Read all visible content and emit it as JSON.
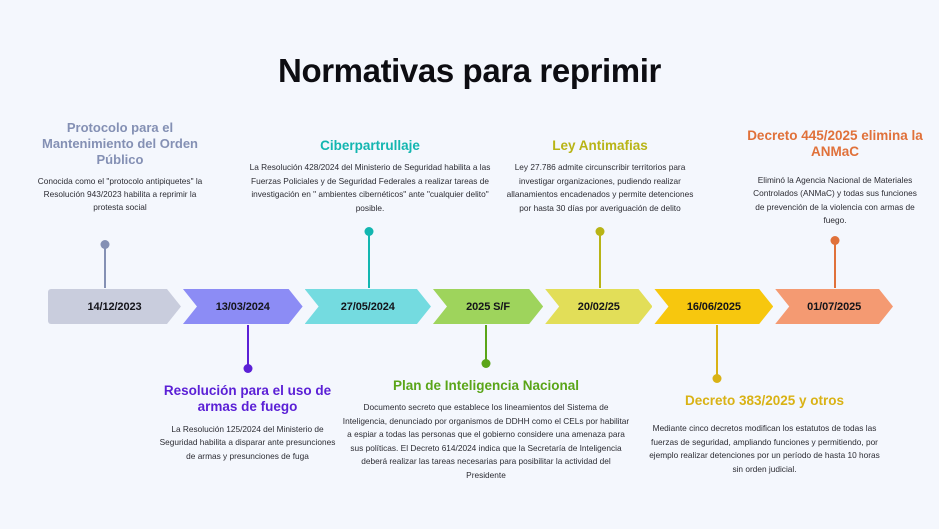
{
  "page": {
    "title": "Normativas para reprimir",
    "background_color": "#f4f7fd",
    "title_color": "#0d0d12"
  },
  "timeline": {
    "segments": [
      {
        "date": "14/12/2023",
        "color": "#c9cddd"
      },
      {
        "date": "13/03/2024",
        "color": "#8c8cf5"
      },
      {
        "date": "27/05/2024",
        "color": "#74dbe0"
      },
      {
        "date": "2025 S/F",
        "color": "#9ed45c"
      },
      {
        "date": "20/02/25",
        "color": "#e2de58"
      },
      {
        "date": "16/06/2025",
        "color": "#f7c70e"
      },
      {
        "date": "01/07/2025",
        "color": "#f49a72"
      }
    ]
  },
  "entries": [
    {
      "id": "protocolo-orden-publico",
      "position": "above",
      "heading": "Protocolo para el Mantenimiento del Orden Público",
      "body": "Conocida como el \"protocolo antipiquetes\" la Resolución 943/2023 habilita a reprimir la protesta social",
      "accent_color": "#8490b4"
    },
    {
      "id": "resolucion-armas-de-fuego",
      "position": "below",
      "heading": "Resolución para el uso de armas de fuego",
      "body": "La Resolución 125/2024 del Ministerio de Seguridad habilita a disparar ante presunciones de armas y presunciones de fuga",
      "accent_color": "#5b20d6"
    },
    {
      "id": "ciberpartrullaje",
      "position": "above",
      "heading": "Ciberpartrullaje",
      "body": "La Resolución 428/2024 del Ministerio de Seguridad habilita a las Fuerzas Policiales y de Seguridad Federales a realizar tareas de investigación en \" ambientes cibernéticos\" ante \"cualquier delito\" posible.",
      "accent_color": "#13b6b0"
    },
    {
      "id": "plan-inteligencia-nacional",
      "position": "below",
      "heading": "Plan de Inteligencia Nacional",
      "body": "Documento secreto que establece los lineamientos del Sistema de Inteligencia, denunciado por organismos de DDHH como el CELs por habilitar a espiar a todas las personas que el gobierno considere una amenaza para sus políticas. El Decreto 614/2024 indica que la Secretaría de Inteligencia deberá realizar las tareas necesarias para posibilitar la actividad del Presidente",
      "accent_color": "#5aa518"
    },
    {
      "id": "ley-antimafias",
      "position": "above",
      "heading": "Ley Antimafias",
      "body": "Ley 27.786 admite circunscribir territorios para investigar organizaciones, pudiendo realizar allanamientos encadenados y permite detenciones por hasta 30 días por averiguación de delito",
      "accent_color": "#b8b416"
    },
    {
      "id": "decreto-383-2025",
      "position": "below",
      "heading": "Decreto 383/2025 y otros",
      "body": "Mediante cinco decretos modifican los estatutos de todas las fuerzas de seguridad, ampliando funciones y permitiendo, por ejemplo realizar detenciones  por un período de hasta 10 horas sin orden judicial.",
      "accent_color": "#d9b215"
    },
    {
      "id": "decreto-445-2025-anmac",
      "position": "above",
      "heading": "Decreto 445/2025 elimina la ANMaC",
      "body": "Eliminó la Agencia Nacional de Materiales Controlados (ANMaC) y  todas sus funciones de prevención de la violencia con armas de fuego.",
      "accent_color": "#e0713a"
    }
  ]
}
